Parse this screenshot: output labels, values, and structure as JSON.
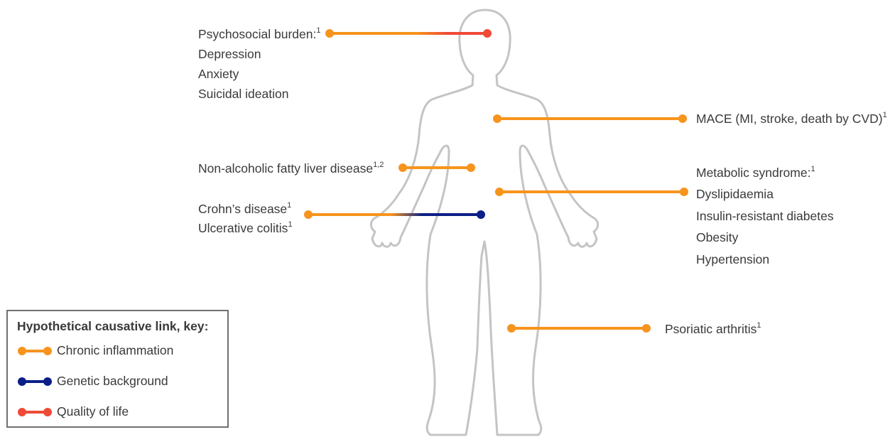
{
  "colors": {
    "chronic": "#f7941d",
    "genetic": "#0c1f87",
    "quality": "#ef4a36",
    "outline": "#c4c4c4",
    "text": "#3a3a3a",
    "border": "#707070"
  },
  "labels": {
    "psychosocial": {
      "text": "Psychosocial burden:",
      "sup": "1"
    },
    "depression": "Depression",
    "anxiety": "Anxiety",
    "suicidal": "Suicidal ideation",
    "mace": {
      "text": "MACE (MI, stroke, death by CVD)",
      "sup": "1"
    },
    "nafld": {
      "text": "Non-alcoholic fatty liver disease",
      "sup": "1,2"
    },
    "metabolic": {
      "text": "Metabolic syndrome:",
      "sup": "1"
    },
    "dyslipidaemia": "Dyslipidaemia",
    "insulin": "Insulin-resistant diabetes",
    "obesity": "Obesity",
    "hypertension": "Hypertension",
    "crohns": {
      "text": "Crohn’s disease",
      "sup": "1"
    },
    "colitis": {
      "text": "Ulcerative colitis",
      "sup": "1"
    },
    "psoriatic": {
      "text": "Psoriatic arthritis",
      "sup": "1"
    }
  },
  "connectors": [
    {
      "id": "psychosocial",
      "type": "chronic-to-quality"
    },
    {
      "id": "mace",
      "type": "chronic"
    },
    {
      "id": "nafld",
      "type": "chronic"
    },
    {
      "id": "metabolic",
      "type": "chronic"
    },
    {
      "id": "ibd",
      "type": "chronic-to-genetic"
    },
    {
      "id": "psoriatic",
      "type": "chronic"
    }
  ],
  "legend": {
    "title": "Hypothetical causative link, key:",
    "items": [
      {
        "label": "Chronic inflammation",
        "color_key": "chronic"
      },
      {
        "label": "Genetic background",
        "color_key": "genetic"
      },
      {
        "label": "Quality of life",
        "color_key": "quality"
      }
    ]
  }
}
